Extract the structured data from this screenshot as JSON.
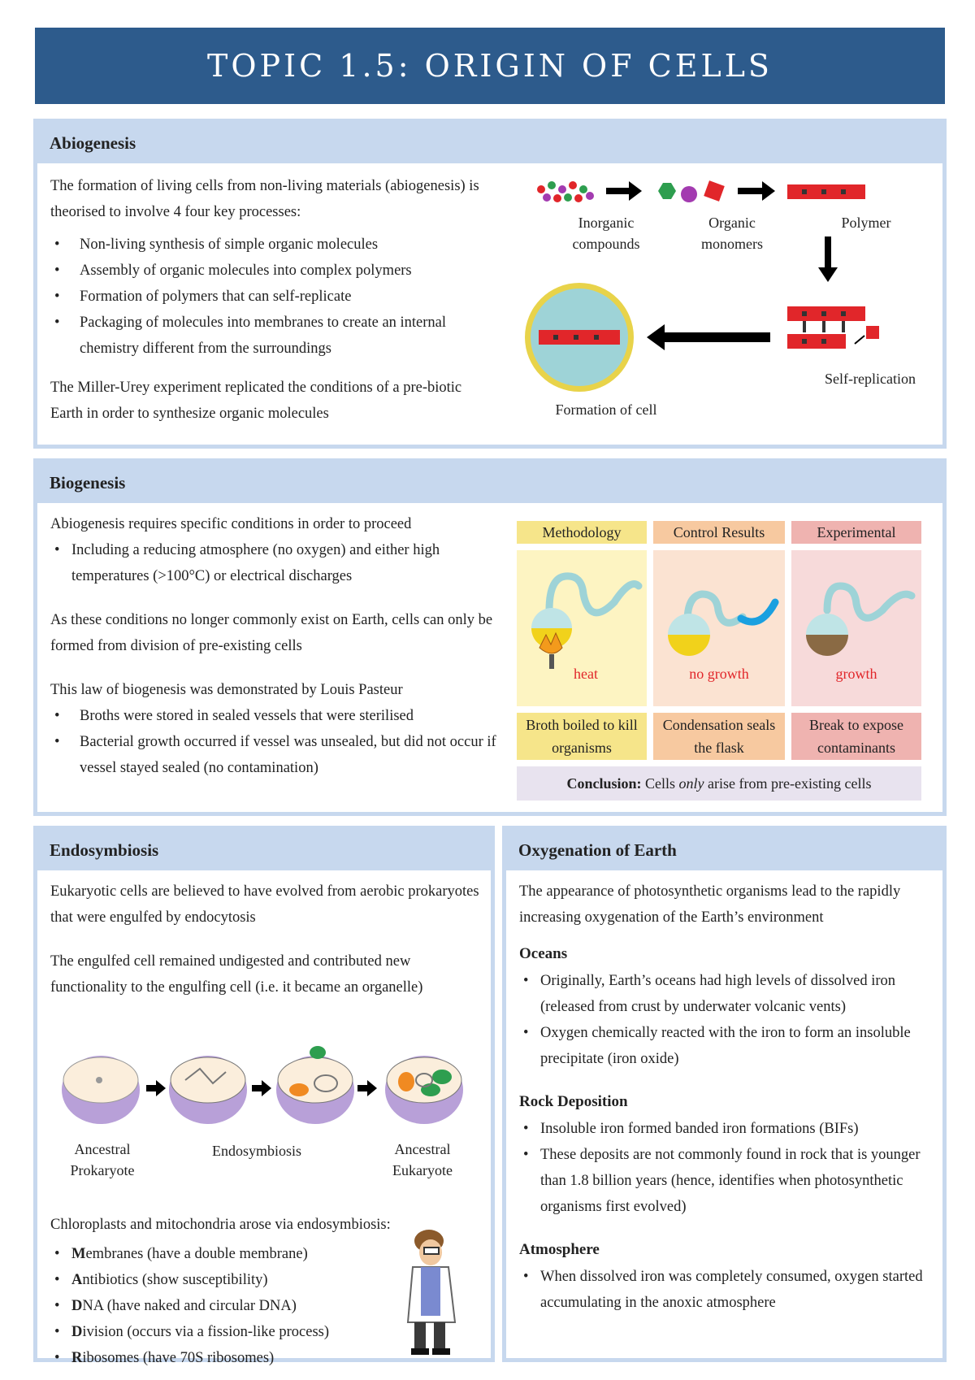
{
  "title": "TOPIC 1.5:  ORIGIN OF CELLS",
  "abiogenesis": {
    "heading": "Abiogenesis",
    "intro": "The formation of living cells from non-living materials (abiogenesis) is theorised to involve 4 four key processes:",
    "bullets": [
      "Non-living synthesis of simple organic molecules",
      "Assembly of organic molecules into complex polymers",
      "Formation of polymers that can self-replicate",
      "Packaging of molecules into membranes to create an internal chemistry different from the surroundings"
    ],
    "miller": "The Miller-Urey experiment replicated the conditions of a pre-biotic Earth in order to synthesize organic molecules",
    "diagram": {
      "inorganic": "Inorganic compounds",
      "organic": "Organic monomers",
      "polymer": "Polymer",
      "self_replication": "Self-replication",
      "formation": "Formation of cell"
    }
  },
  "biogenesis": {
    "heading": "Biogenesis",
    "line1": "Abiogenesis requires specific conditions in order to proceed",
    "bullet1": "Including a reducing atmosphere (no oxygen) and either high temperatures (>100°C) or electrical discharges",
    "para2": "As these conditions no longer commonly exist on Earth, cells can only be formed from division of pre-existing cells",
    "para3": "This law of biogenesis was demonstrated by Louis Pasteur",
    "bullets": [
      "Broths were stored in sealed vessels that were sterilised",
      "Bacterial growth occurred if vessel was unsealed, but did not occur if vessel stayed sealed (no contamination)"
    ],
    "table": {
      "headers": [
        "Methodology",
        "Control Results",
        "Experimental"
      ],
      "labels": [
        "heat",
        "no growth",
        "growth"
      ],
      "captions": [
        "Broth boiled to kill organisms",
        "Condensation seals the flask",
        "Break to expose contaminants"
      ],
      "conclusion_label": "Conclusion:",
      "conclusion_pre": "Cells ",
      "conclusion_em": "only",
      "conclusion_post": " arise from pre-existing cells"
    }
  },
  "endosymbiosis": {
    "heading": "Endosymbiosis",
    "para1": "Eukaryotic cells are believed to have evolved from aerobic prokaryotes that were engulfed by endocytosis",
    "para2": "The engulfed cell remained undigested and contributed new functionality to the engulfing cell (i.e. it became an organelle)",
    "labels": {
      "ancestral_prok": "Ancestral Prokaryote",
      "endo": "Endosymbiosis",
      "ancestral_euk": "Ancestral Eukaryote"
    },
    "chloro": "Chloroplasts and mitochondria arose via endosymbiosis:",
    "list": [
      {
        "first": "M",
        "rest": "embranes (have a double membrane)"
      },
      {
        "first": "A",
        "rest": "ntibiotics (show susceptibility)"
      },
      {
        "first": "D",
        "rest": "NA (have naked and circular DNA)"
      },
      {
        "first": "D",
        "rest": "ivision (occurs via a fission-like process)"
      },
      {
        "first": "R",
        "rest": "ibosomes (have 70S ribosomes)"
      }
    ]
  },
  "oxygenation": {
    "heading": "Oxygenation of Earth",
    "intro": "The appearance of photosynthetic organisms lead to the rapidly increasing oxygenation of the Earth’s environment",
    "oceans_title": "Oceans",
    "oceans": [
      "Originally, Earth’s oceans had high levels of dissolved iron (released from crust by underwater volcanic vents)",
      "Oxygen chemically reacted with the iron to form an insoluble precipitate (iron oxide)"
    ],
    "rock_title": "Rock Deposition",
    "rock": [
      "Insoluble iron formed banded iron formations (BIFs)",
      "These deposits are not commonly found in rock that is younger than 1.8 billion years (hence, identifies when photosynthetic organisms first evolved)"
    ],
    "atmo_title": "Atmosphere",
    "atmo": [
      "When dissolved iron was completely consumed, oxygen started accumulating in the anoxic atmosphere"
    ]
  }
}
